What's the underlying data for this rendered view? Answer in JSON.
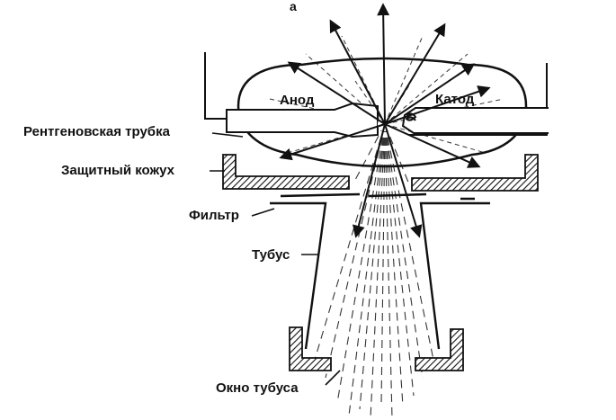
{
  "figure": {
    "panel_letter": "а",
    "labels": {
      "anode": "Анод",
      "cathode": "Катод",
      "tube": "Рентгеновская трубка",
      "housing": "Защитный кожух",
      "filter": "Фильтр",
      "cone": "Тубус",
      "cone_window": "Окно тубуса"
    }
  }
}
